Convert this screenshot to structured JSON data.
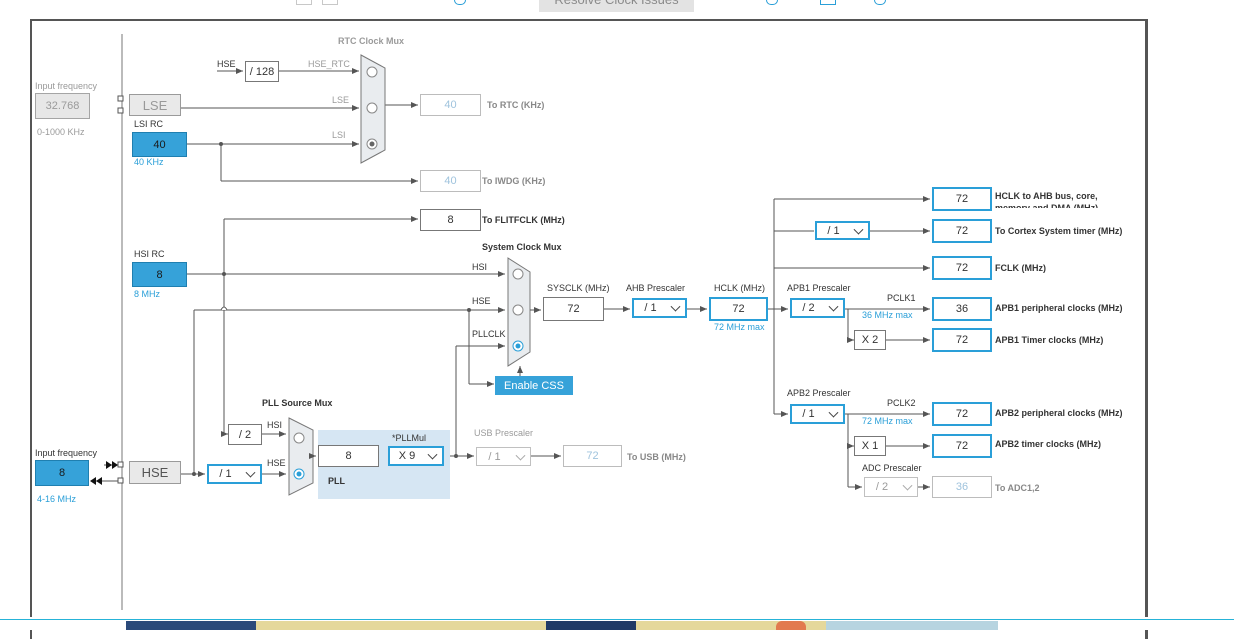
{
  "toolbar": {
    "resolve_label": "Resolve Clock Issues"
  },
  "lse_input": {
    "caption": "Input frequency",
    "value": "32.768",
    "range": "0-1000 KHz",
    "osc": "LSE"
  },
  "lsi": {
    "title": "LSI RC",
    "value": "40",
    "unit": "40 KHz"
  },
  "rtc_mux": {
    "title": "RTC Clock Mux",
    "in_hse": "HSE",
    "div": "/ 128",
    "hse_rtc": "HSE_RTC",
    "in_lse": "LSE",
    "in_lsi": "LSI",
    "out": "40",
    "out_label": "To RTC (KHz)"
  },
  "iwdg": {
    "value": "40",
    "label": "To IWDG (KHz)"
  },
  "flitf": {
    "value": "8",
    "label": "To FLITFCLK (MHz)"
  },
  "hsi": {
    "title": "HSI RC",
    "value": "8",
    "unit": "8 MHz"
  },
  "sys_mux": {
    "title": "System Clock Mux",
    "in_hsi": "HSI",
    "in_hse": "HSE",
    "in_pll": "PLLCLK",
    "css": "Enable CSS"
  },
  "sysclk": {
    "label": "SYSCLK (MHz)",
    "value": "72"
  },
  "ahb": {
    "label": "AHB Prescaler",
    "value": "/ 1"
  },
  "hclk": {
    "label": "HCLK (MHz)",
    "value": "72",
    "max": "72 MHz max"
  },
  "apb1": {
    "label": "APB1 Prescaler",
    "value": "/ 2",
    "pclk": "PCLK1",
    "max": "36 MHz max",
    "mult": "X 2"
  },
  "apb2": {
    "label": "APB2 Prescaler",
    "value": "/ 1",
    "pclk": "PCLK2",
    "max": "72 MHz max",
    "mult": "X 1"
  },
  "adc": {
    "label": "ADC Prescaler",
    "value": "/ 2",
    "out": "36",
    "out_label": "To ADC1,2"
  },
  "outputs": {
    "hclk_ahb": {
      "value": "72",
      "label": "HCLK to AHB bus, core, memory and DMA (MHz)"
    },
    "cortex_div": "/ 1",
    "cortex": {
      "value": "72",
      "label": "To Cortex System timer (MHz)"
    },
    "fclk": {
      "value": "72",
      "label": "FCLK (MHz)"
    },
    "apb1_periph": {
      "value": "36",
      "label": "APB1 peripheral clocks (MHz)"
    },
    "apb1_timer": {
      "value": "72",
      "label": "APB1 Timer clocks (MHz)"
    },
    "apb2_periph": {
      "value": "72",
      "label": "APB2 peripheral clocks (MHz)"
    },
    "apb2_timer": {
      "value": "72",
      "label": "APB2 timer clocks (MHz)"
    }
  },
  "pll_src": {
    "title": "PLL Source Mux",
    "div2": "/ 2",
    "in_hsi": "HSI",
    "in_hse": "HSE"
  },
  "pll": {
    "in": "8",
    "mul_label": "*PLLMul",
    "mul": "X 9",
    "label": "PLL"
  },
  "usb": {
    "label": "USB Prescaler",
    "div": "/ 1",
    "value": "72",
    "out_label": "To USB (MHz)"
  },
  "hse_input": {
    "caption": "Input frequency",
    "value": "8",
    "range": "4-16 MHz",
    "osc": "HSE",
    "div": "/ 1"
  }
}
